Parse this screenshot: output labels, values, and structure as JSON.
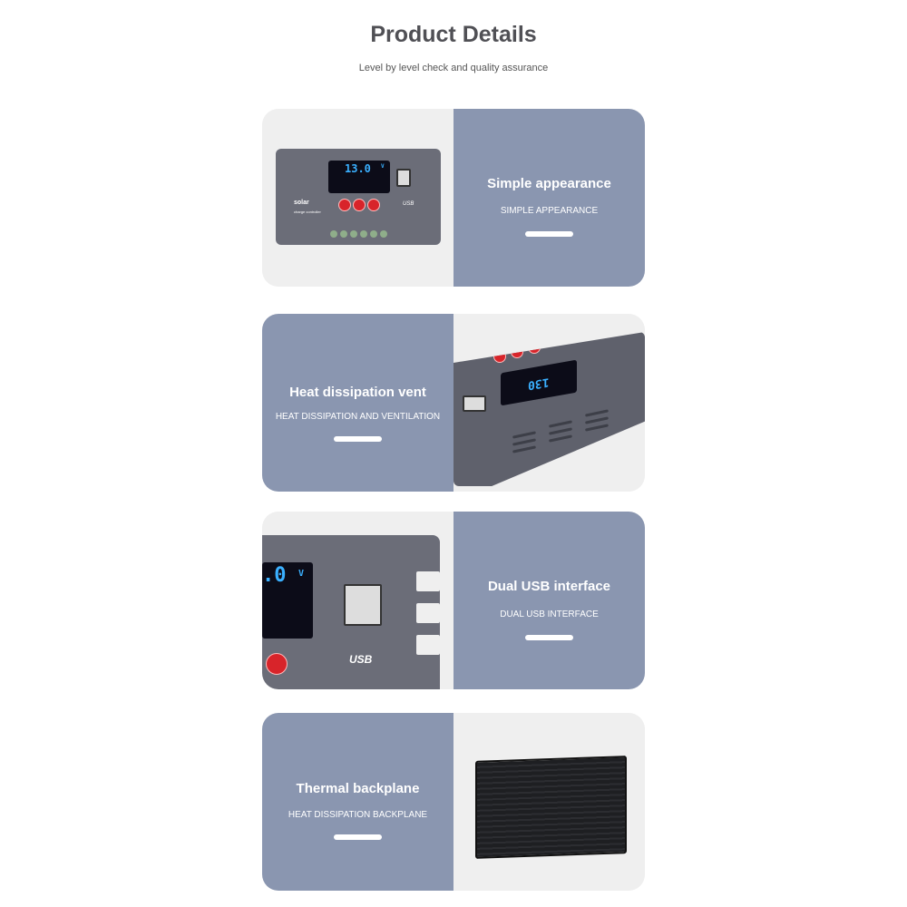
{
  "header": {
    "title": "Product Details",
    "subtitle": "Level by level check and quality assurance"
  },
  "features": [
    {
      "title": "Simple appearance",
      "caption": "SIMPLE APPEARANCE",
      "image": "solar-charge-controller-front"
    },
    {
      "title": "Heat dissipation vent",
      "caption": "HEAT DISSIPATION AND VENTILATION",
      "image": "controller-side-vents"
    },
    {
      "title": "Dual USB interface",
      "caption": "DUAL USB INTERFACE",
      "image": "controller-usb-closeup"
    },
    {
      "title": "Thermal backplane",
      "caption": "HEAT DISSIPATION BACKPLANE",
      "image": "black-aluminum-backplane"
    }
  ],
  "product": {
    "display_reading": "13.0",
    "display_unit": "V",
    "brand_text": "solar",
    "brand_sub": "charge controller",
    "usb_label": "USB"
  },
  "colors": {
    "panel": "#8a96b0",
    "light_panel": "#efefef",
    "title": "#505055",
    "button_red": "#d8242a",
    "lcd": "#3ab0ff"
  }
}
